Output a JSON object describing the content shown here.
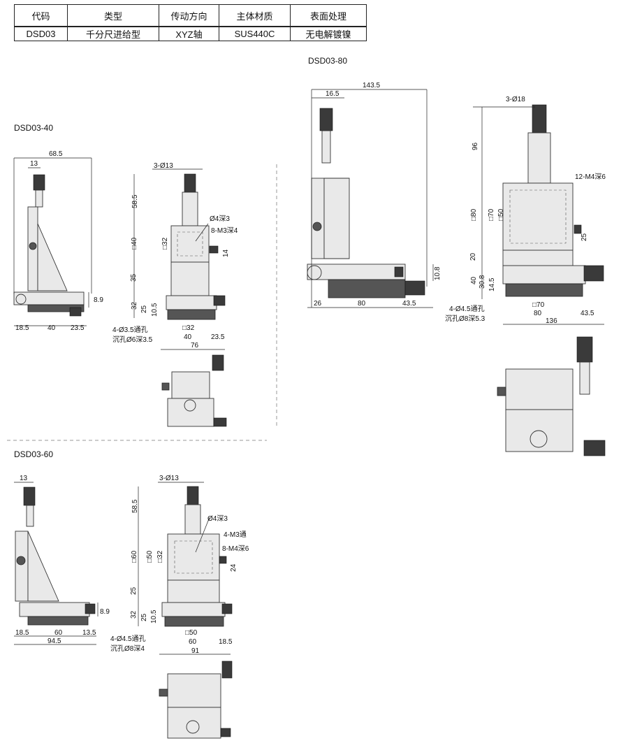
{
  "table": {
    "headers": [
      "代码",
      "类型",
      "传动方向",
      "主体材质",
      "表面处理"
    ],
    "row": [
      "DSD03",
      "千分尺进给型",
      "XYZ轴",
      "SUS440C",
      "无电解镀镍"
    ]
  },
  "sections": {
    "s40": "DSD03-40",
    "s60": "DSD03-60",
    "s80": "DSD03-80"
  },
  "dims40": {
    "side": {
      "w": "68.5",
      "t": "13",
      "h": "8.9",
      "l": "18.5",
      "m": "40",
      "r": "23.5"
    },
    "front": {
      "knob": "3-Ø13",
      "hk": "58.5",
      "hole": "Ø4深3",
      "tap": "8-M3深4",
      "plate": "□40",
      "sq": "□32",
      "d14": "14",
      "d35": "35",
      "d32": "32",
      "d25": "25",
      "d105": "10.5",
      "bsq": "□32",
      "b40": "40",
      "b235": "23.5",
      "b76": "76",
      "n1": "4-Ø3.5通孔",
      "n2": "沉孔Ø6深3.5"
    }
  },
  "dims60": {
    "side": {
      "t": "13",
      "h": "8.9",
      "l": "18.5",
      "m": "60",
      "r": "13.5",
      "w": "94.5"
    },
    "front": {
      "knob": "3-Ø13",
      "hk": "58.5",
      "hole": "Ø4深3",
      "m3": "4-M3通",
      "tap": "8-M4深6",
      "plate": "□60",
      "s50": "□50",
      "s32": "□32",
      "d24": "24",
      "d25": "25",
      "d32": "32",
      "d25b": "25",
      "d105": "10.5",
      "bsq": "□50",
      "b60": "60",
      "b185": "18.5",
      "b91": "91",
      "n1": "4-Ø4.5通孔",
      "n2": "沉孔Ø8深4"
    }
  },
  "dims80": {
    "side": {
      "w": "143.5",
      "t": "16.5",
      "h": "10.8",
      "l": "26",
      "m": "80",
      "r": "43.5"
    },
    "front": {
      "knob": "3-Ø18",
      "hk": "96",
      "tap": "12-M4深6",
      "plate": "□80",
      "s70": "□70",
      "s50": "□50",
      "d25": "25",
      "d20": "20",
      "d40": "40",
      "d308": "30.8",
      "d145": "14.5",
      "bsq": "□70",
      "b80": "80",
      "b435": "43.5",
      "b136": "136",
      "n1": "4-Ø4.5通孔",
      "n2": "沉孔Ø8深5.3"
    }
  }
}
